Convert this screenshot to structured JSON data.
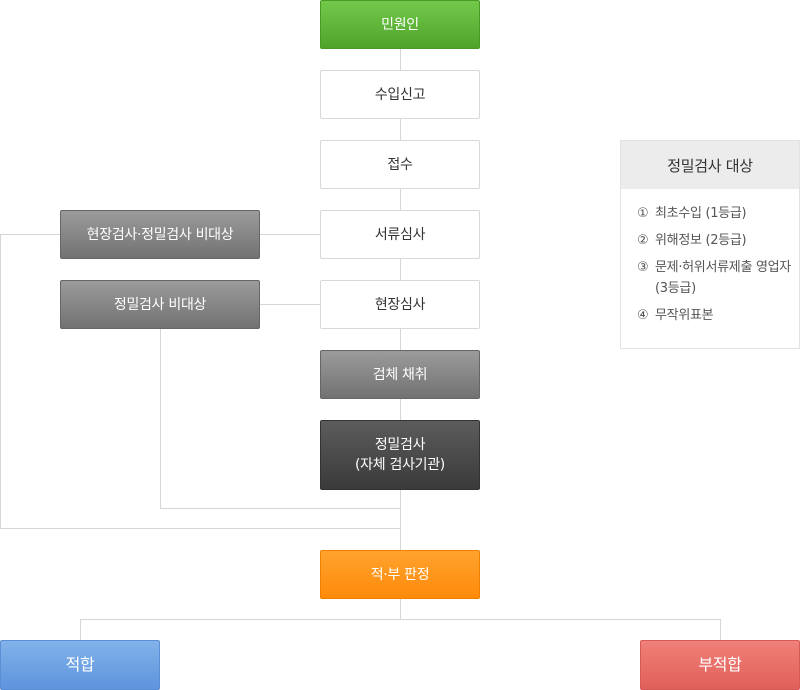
{
  "flow": {
    "applicant": "민원인",
    "import_report": "수입신고",
    "reception": "접수",
    "document_review": "서류심사",
    "site_review": "현장심사",
    "sampling": "검체 채취",
    "precision_inspection": [
      "정밀검사",
      "(자체 검사기관)"
    ],
    "judgment": "적·부 판정",
    "pass": "적합",
    "fail": "부적합"
  },
  "side": {
    "exempt_site_precision": "현장검사·정밀검사 비대상",
    "exempt_precision": "정밀검사 비대상"
  },
  "panel": {
    "title": "정밀검사 대상",
    "items": [
      {
        "num": "①",
        "text": "최초수입 (1등급)"
      },
      {
        "num": "②",
        "text": "위해정보 (2등급)"
      },
      {
        "num": "③",
        "text": "문제·허위서류제출 영업자 (3등급)"
      },
      {
        "num": "④",
        "text": "무작위표본"
      }
    ]
  },
  "colors": {
    "green": "#5cb335",
    "gray": "#7f7f7f",
    "dark": "#444444",
    "orange": "#ff9519",
    "blue": "#6aa0e2",
    "red": "#e86b66"
  }
}
